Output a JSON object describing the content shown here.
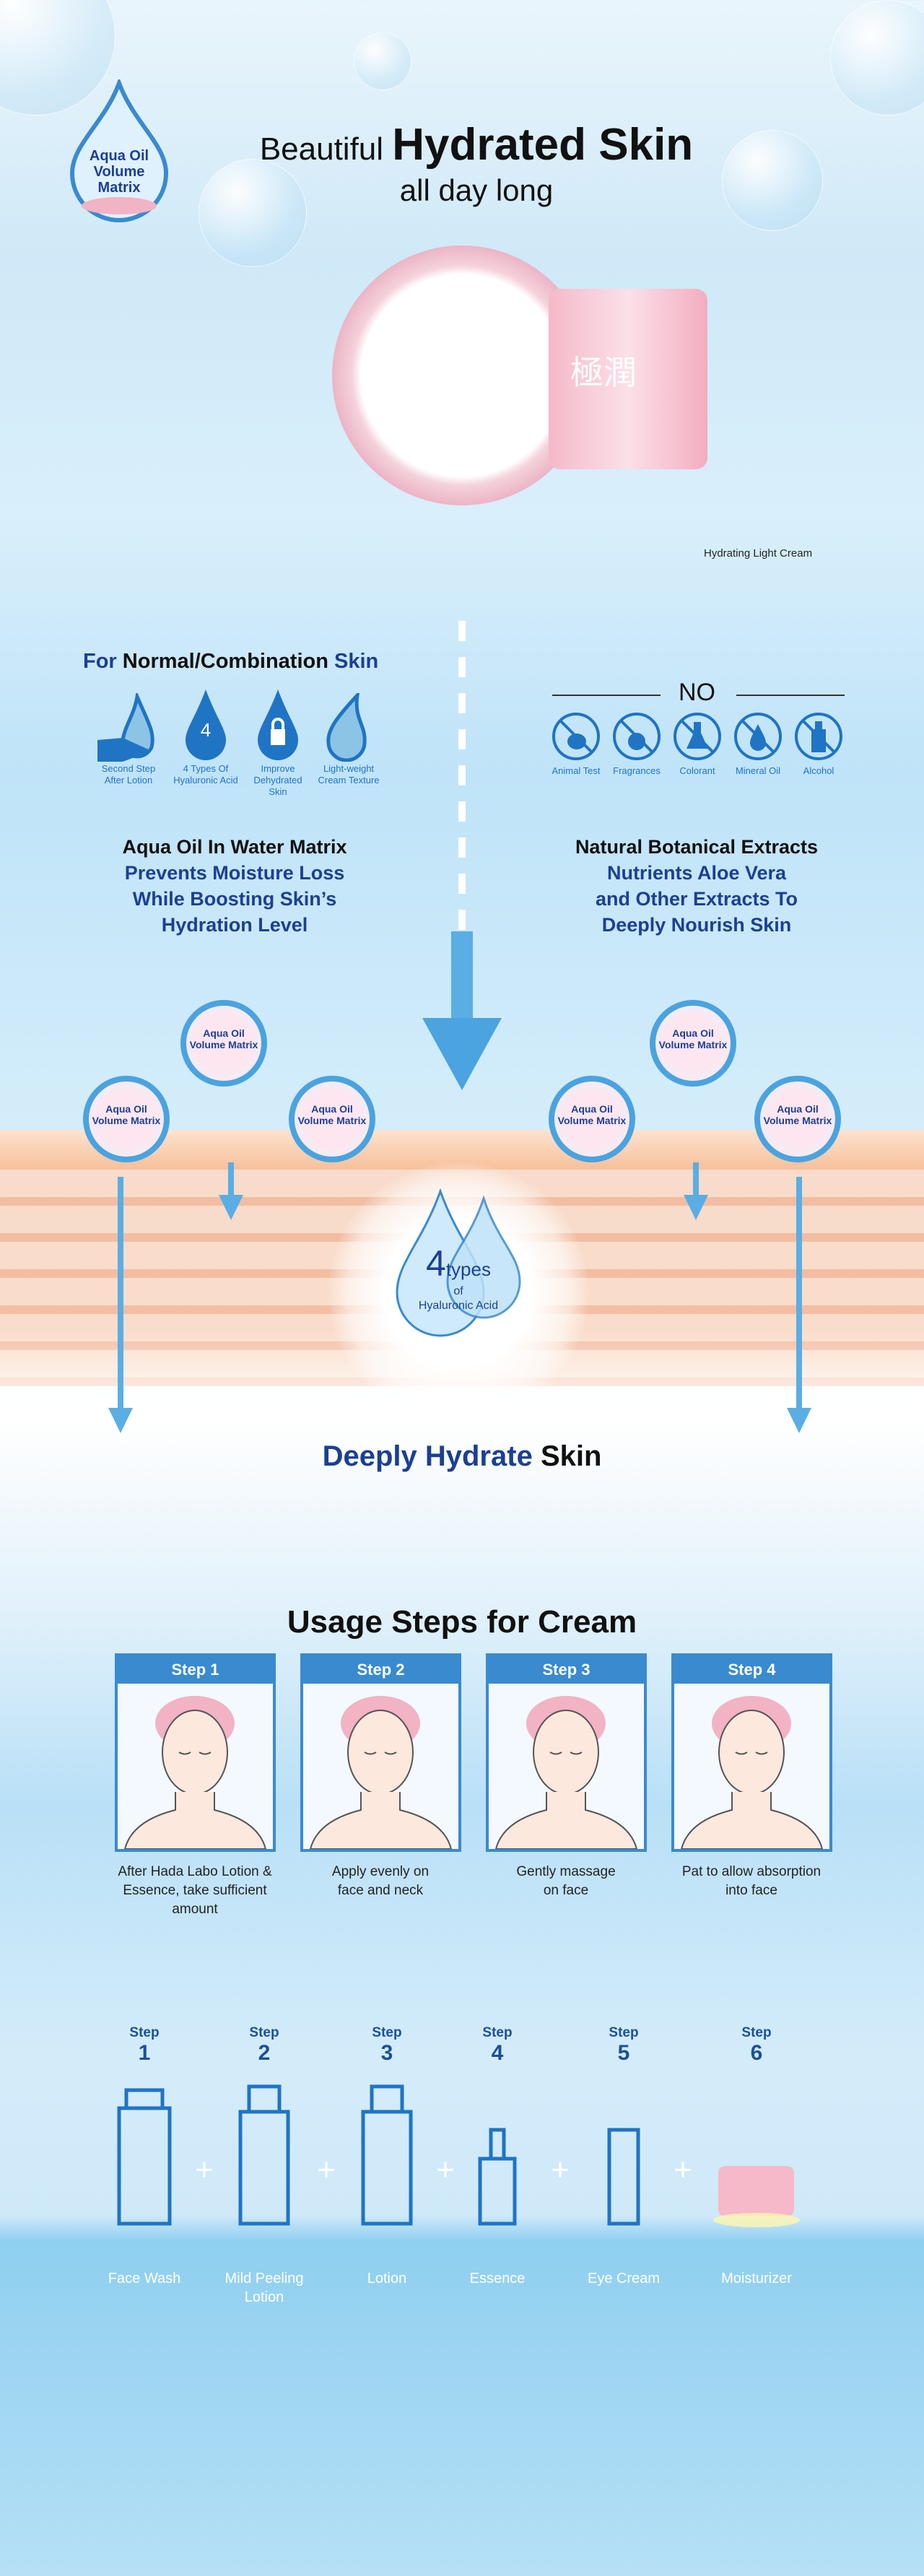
{
  "hero": {
    "title_prefix": "Beautiful",
    "title_main": "Hydrated Skin",
    "subtitle": "all day long",
    "badge": "Aqua Oil Volume Matrix",
    "product_caption": "Hydrating Light Cream",
    "jar_text": "極潤"
  },
  "features": {
    "heading_prefix": "For",
    "heading_main": "Normal/Combination",
    "heading_suffix": "Skin",
    "icons": [
      {
        "icon": "hand-drop-icon",
        "label": "Second Step After Lotion"
      },
      {
        "icon": "four-drop-icon",
        "label": "4 Types Of Hyaluronic Acid",
        "glyph": "4"
      },
      {
        "icon": "lock-drop-icon",
        "label": "Improve Dehydrated Skin"
      },
      {
        "icon": "drop-icon",
        "label": "Light-weight Cream Texture"
      }
    ]
  },
  "free_from": {
    "heading": "NO",
    "items": [
      {
        "icon": "no-rabbit-icon",
        "label": "Animal Test"
      },
      {
        "icon": "no-perfume-icon",
        "label": "Fragrances"
      },
      {
        "icon": "no-flask-icon",
        "label": "Colorant"
      },
      {
        "icon": "no-oil-drop-icon",
        "label": "Mineral Oil"
      },
      {
        "icon": "no-bottle-icon",
        "label": "Alcohol"
      }
    ]
  },
  "benefits": [
    {
      "title": "Aqua Oil In Water Matrix",
      "lines": [
        "Prevents Moisture Loss",
        "While Boosting Skin’s",
        "Hydration Level"
      ]
    },
    {
      "title": "Natural Botanical Extracts",
      "lines": [
        "Nutrients Aloe Vera",
        "and Other Extracts To",
        "Deeply Nourish Skin"
      ]
    }
  ],
  "diagram": {
    "molecule_label": "Aqua Oil Volume Matrix",
    "center_big": "4",
    "center_types": "types",
    "center_of": "of",
    "center_acid": "Hyaluronic Acid",
    "caption_main": "Deeply Hydrate",
    "caption_suffix": "Skin"
  },
  "usage": {
    "title": "Usage Steps for Cream",
    "steps": [
      {
        "label": "Step 1",
        "caption": "After Hada Labo Lotion & Essence, take sufficient amount"
      },
      {
        "label": "Step 2",
        "caption": "Apply evenly on face and neck"
      },
      {
        "label": "Step 3",
        "caption": "Gently massage on face"
      },
      {
        "label": "Step 4",
        "caption": "Pat to allow absorption into face"
      }
    ]
  },
  "routine": {
    "step_word": "Step",
    "plus": "+",
    "steps": [
      {
        "num": "1",
        "label": "Face Wash"
      },
      {
        "num": "2",
        "label": "Mild Peeling Lotion"
      },
      {
        "num": "3",
        "label": "Lotion"
      },
      {
        "num": "4",
        "label": "Essence"
      },
      {
        "num": "5",
        "label": "Eye Cream"
      },
      {
        "num": "6",
        "label": "Moisturizer"
      }
    ]
  },
  "colors": {
    "navy": "#1c3f94",
    "accent_blue": "#1f74c4",
    "step_blue": "#3a8ad0",
    "pink": "#f2b3c4",
    "skin": "#f7c8a8"
  }
}
